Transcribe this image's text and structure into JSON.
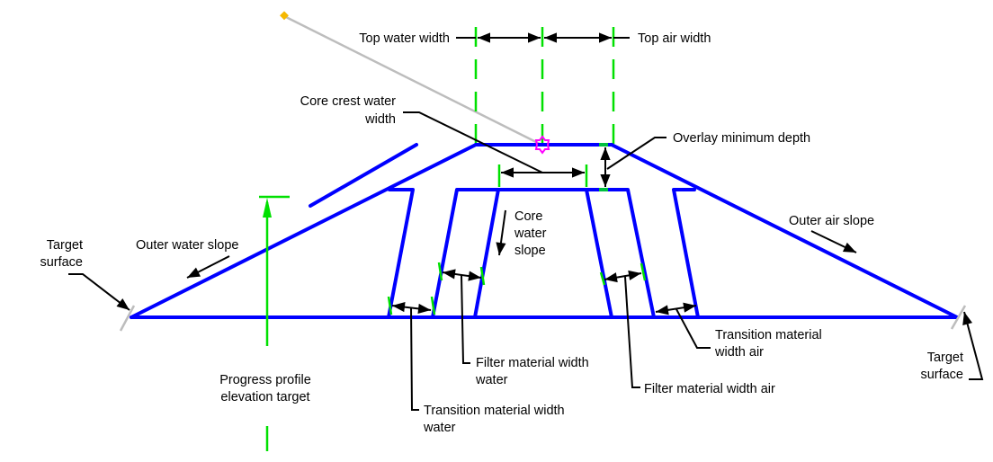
{
  "diagram": {
    "title": "Dam cross-section parameters",
    "colors": {
      "structure": "#0000ff",
      "construction_lines": "#00e000",
      "leaders": "#000000",
      "grip": "#ff00ff",
      "handle": "#f5b800",
      "surface_tick": "#bdbdbd"
    },
    "labels": {
      "top_water_width": "Top water width",
      "top_air_width": "Top air width",
      "core_crest_water_width_1": "Core crest water",
      "core_crest_water_width_2": "width",
      "overlay_minimum_depth": "Overlay minimum depth",
      "core_water_slope_1": "Core",
      "core_water_slope_2": "water",
      "core_water_slope_3": "slope",
      "outer_air_slope": "Outer air slope",
      "outer_water_slope": "Outer water slope",
      "target_surface_left_1": "Target",
      "target_surface_left_2": "surface",
      "target_surface_right_1": "Target",
      "target_surface_right_2": "surface",
      "progress_profile_1": "Progress profile",
      "progress_profile_2": "elevation target",
      "filter_width_water_1": "Filter material width",
      "filter_width_water_2": "water",
      "transition_width_water_1": "Transition material width",
      "transition_width_water_2": "water",
      "filter_width_air": "Filter material width air",
      "transition_width_air_1": "Transition material",
      "transition_width_air_2": "width air"
    }
  }
}
